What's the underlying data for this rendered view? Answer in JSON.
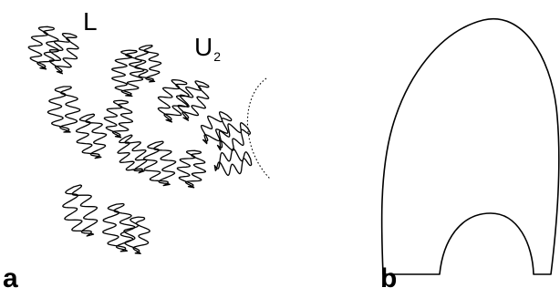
{
  "panels": {
    "a": {
      "letter": "a"
    },
    "b": {
      "letter": "b"
    }
  },
  "suture_labels": {
    "lateral": "L",
    "umbilical_main": "U",
    "umbilical_sub": "2"
  },
  "colors": {
    "line": "#000000",
    "background": "#ffffff"
  }
}
